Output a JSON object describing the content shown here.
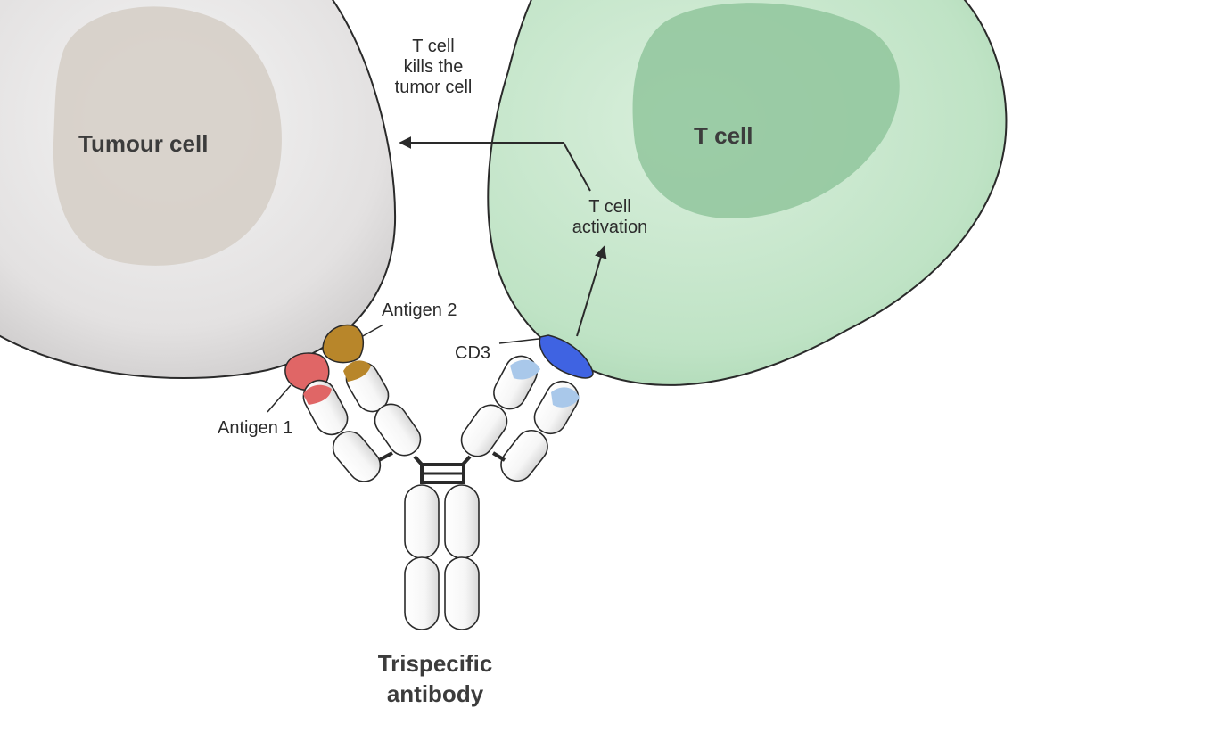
{
  "labels": {
    "tumour_cell": "Tumour cell",
    "t_cell": "T cell",
    "kills_line1": "T cell",
    "kills_line2": "kills the",
    "kills_line3": "tumor cell",
    "activation_line1": "T cell",
    "activation_line2": "activation",
    "antigen_1": "Antigen 1",
    "antigen_2": "Antigen 2",
    "cd3": "CD3",
    "antibody_line1": "Trispecific",
    "antibody_line2": "antibody"
  },
  "colors": {
    "tumour_cell": "#dedcdc",
    "tumour_nucleus": "#d6cfc8",
    "t_cell": "#b8dfbf",
    "t_cell_nucleus": "#90c69c",
    "antigen_1": "#e06666",
    "antigen_2": "#b8862a",
    "cd3": "#3f63e2",
    "cd3_binding_tip": "#a9c8ea",
    "antibody_domain": "#ffffff",
    "outline": "#2a2a2a"
  }
}
